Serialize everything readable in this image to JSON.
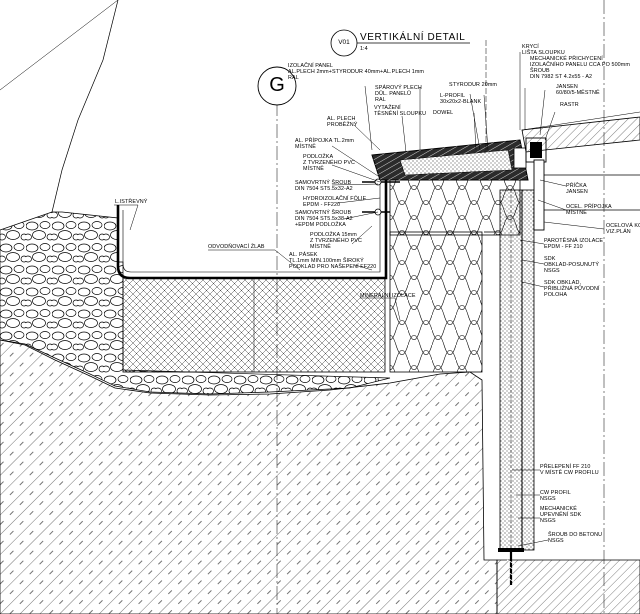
{
  "drawing": {
    "view_badge": "V01",
    "title": "VERTIKÁLNÍ DETAIL",
    "scale": "1:4",
    "grid_marker": "G"
  },
  "labels": [
    {
      "id": "izolacni-panel",
      "text": "IZOLAČNÍ PANEL\nAL.PLECH 2mm+STYRODUR 40mm+AL.PLECH 1mm\nRAL"
    },
    {
      "id": "sparovy-plech",
      "text": "SPÁROVÝ PLECH\nDŮL. PANELŮ\nRAL"
    },
    {
      "id": "vytazeni",
      "text": "VYTAŽENÍ\nTĚSNĚNÍ SLOUPKU"
    },
    {
      "id": "al-plech-probezny",
      "text": "AL. PLECH\nPROBĚŽNÝ"
    },
    {
      "id": "styrodur",
      "text": "STYRODUR 20mm"
    },
    {
      "id": "l-profil",
      "text": "L-PROFIL\n30x20x2-BLANK"
    },
    {
      "id": "dowel",
      "text": "DOWEL"
    },
    {
      "id": "kryci-lista",
      "text": "KRYCÍ\nLIŠTA SLOUPKU"
    },
    {
      "id": "mechanicke-prichyceni",
      "text": "MECHANICKÉ PŘICHYCENÍ\nIZOLAČNÍHO PANELU CCA PO 500mm\nŠROUB\nDIN 7982 ST 4.2x55 - A2"
    },
    {
      "id": "jansen",
      "text": "JANSEN\n60/80/5-MĚSTNĚ"
    },
    {
      "id": "rastr",
      "text": "RASTR"
    },
    {
      "id": "al-pripojka-1",
      "text": "AL. PŘÍPOJKA TL.2mm\nMÍSTNĚ"
    },
    {
      "id": "podlozka-1",
      "text": "PODLOŽKA\nZ TVRZENÉHO PVC\nMÍSTNĚ"
    },
    {
      "id": "samovrtny-sroub-1",
      "text": "SAMOVRTNÝ ŠROUB\nDIN 7504 ST5.5x32-A2"
    },
    {
      "id": "hydroizolacni-folie",
      "text": "HYDROIZOLAČNÍ FÓLIE\nEPDM - FF220"
    },
    {
      "id": "samovrtny-sroub-2",
      "text": "SAMOVRTNÝ ŠROUB\nDIN 7504 ST5.5x38-A2\n+EPDM PODLOŽKA"
    },
    {
      "id": "podlozka-2",
      "text": "PODLOŽKA 15mm\nZ TVRZENÉHO PVC\nMÍSTNĚ"
    },
    {
      "id": "al-pasek",
      "text": "AL. PÁSEK\nTL.1mm MIN.100mm ŠIROKÝ\nPODKLAD PRO NAŠEPENÍ FF220"
    },
    {
      "id": "odvodnovaci-zlab",
      "text": "ODVODŇOVACÍ ŽLAB"
    },
    {
      "id": "l-istrevny",
      "text": "L.ISTŘEVNÝ"
    },
    {
      "id": "pricka",
      "text": "PŘÍČKA\nJANSEN"
    },
    {
      "id": "ocel-pripojka",
      "text": "OCEL. PŘÍPOJKA\nMÍSTNĚ"
    },
    {
      "id": "ocelova-kce",
      "text": "OCELOVÁ KCE.\nVIZ.PLÁN"
    },
    {
      "id": "parotesna-izolace",
      "text": "PAROTĚSNÁ IZOLACE\nEPDM - FF 210"
    },
    {
      "id": "sdk-obklad-posunuty",
      "text": "SDK\nOBKLAD-POSUNUTÝ\nNSGS"
    },
    {
      "id": "sdk-obklad-puvodni",
      "text": "SDK OBKLAD,\nPŘIBLIŽNÁ PŮVODNÍ\nPOLOHA"
    },
    {
      "id": "mineralni-izolace",
      "text": "MINERÁLNÍ IZOLACE"
    },
    {
      "id": "prelepeni",
      "text": "PŘELEPENÍ FF 210\nV MÍSTĚ CW PROFILU"
    },
    {
      "id": "cw-profil",
      "text": "CW PROFIL\nNSGS"
    },
    {
      "id": "mechanicke-upevneni-sdk",
      "text": "MECHANICKÉ\nUPEVNĚNÍ SDK\nNSGS"
    },
    {
      "id": "sroub-do-betonu",
      "text": "ŠROUB DO BETONU\nNSGS"
    }
  ],
  "colors": {
    "ink": "#000000",
    "paper": "#ffffff",
    "panel_fill": "#2b2b2b"
  }
}
